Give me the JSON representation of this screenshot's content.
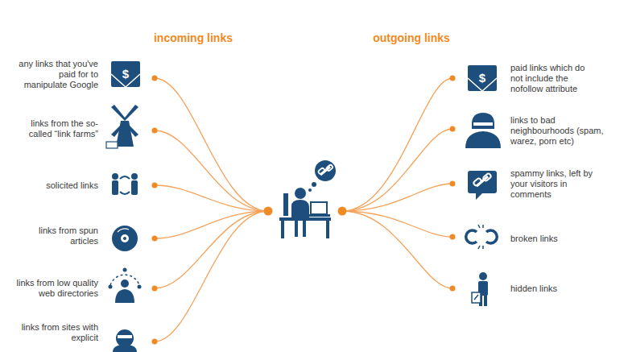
{
  "diagram": {
    "labels": [
      "incoming links",
      "outgoing links",
      "$",
      "any links that you've paid for to manipulate Google",
      "links from the so-called “link farms”",
      "solicited links",
      "links from spun articles",
      "links from low quality web directories",
      "links from sites with explicit",
      "$",
      "paid links which do not include the nofollow attribute",
      "links to bad neighbourhoods (spam, warez, porn etc)",
      "spammy links, left by your visitors in comments",
      "broken links",
      "hidden links"
    ]
  }
}
